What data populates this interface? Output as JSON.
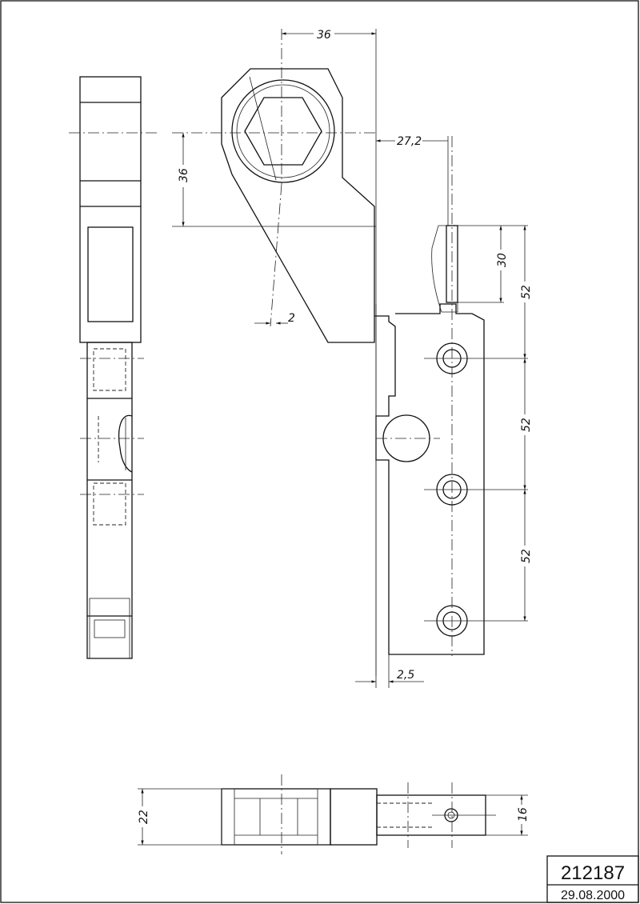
{
  "drawing": {
    "dimensions": {
      "top_width": "36",
      "offset_272": "27,2",
      "left_height": "36",
      "pin_length": "30",
      "spacing_1": "52",
      "spacing_2": "52",
      "spacing_3": "52",
      "offset_2": "2",
      "offset_25": "2,5",
      "bottom_height": "22",
      "bottom_pin": "16"
    },
    "title_block": {
      "number": "212187",
      "date": "29.08.2000"
    }
  }
}
